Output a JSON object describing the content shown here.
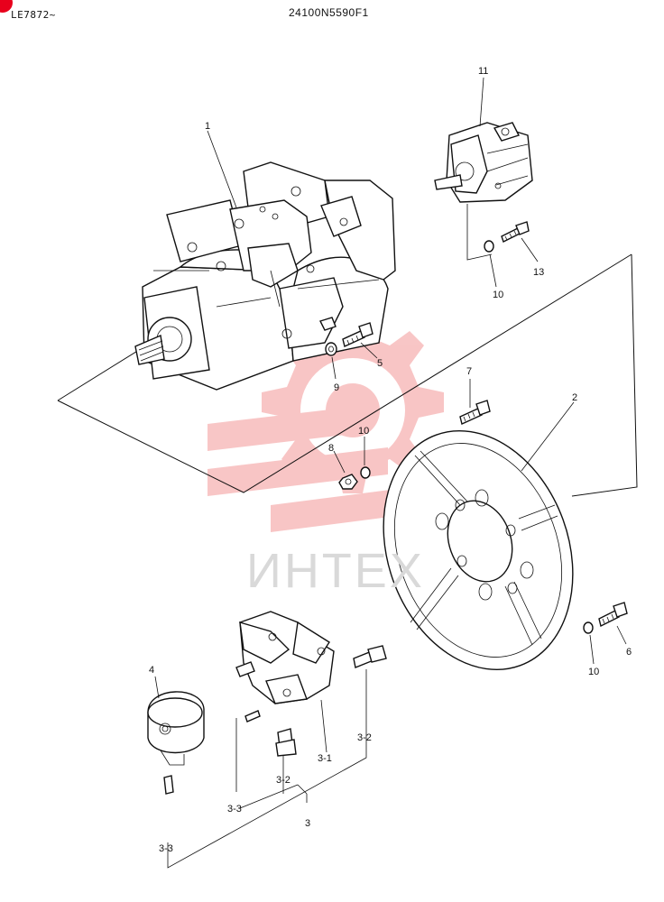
{
  "header": {
    "model_code": "LE7872~",
    "part_number": "24100N5590F1"
  },
  "watermark": {
    "text": "ИНТЕХ",
    "color": "#f08080"
  },
  "callouts": [
    {
      "id": "c1",
      "label": "1"
    },
    {
      "id": "c11",
      "label": "11"
    },
    {
      "id": "c13",
      "label": "13"
    },
    {
      "id": "c10a",
      "label": "10"
    },
    {
      "id": "c5",
      "label": "5"
    },
    {
      "id": "c9",
      "label": "9"
    },
    {
      "id": "c7",
      "label": "7"
    },
    {
      "id": "c2",
      "label": "2"
    },
    {
      "id": "c8",
      "label": "8"
    },
    {
      "id": "c10b",
      "label": "10"
    },
    {
      "id": "c6",
      "label": "6"
    },
    {
      "id": "c10c",
      "label": "10"
    },
    {
      "id": "c4",
      "label": "4"
    },
    {
      "id": "c3-2a",
      "label": "3-2"
    },
    {
      "id": "c3-1",
      "label": "3-1"
    },
    {
      "id": "c3-2b",
      "label": "3-2"
    },
    {
      "id": "c3-3a",
      "label": "3-3"
    },
    {
      "id": "c3",
      "label": "3"
    },
    {
      "id": "c3-3b",
      "label": "3-3"
    }
  ]
}
